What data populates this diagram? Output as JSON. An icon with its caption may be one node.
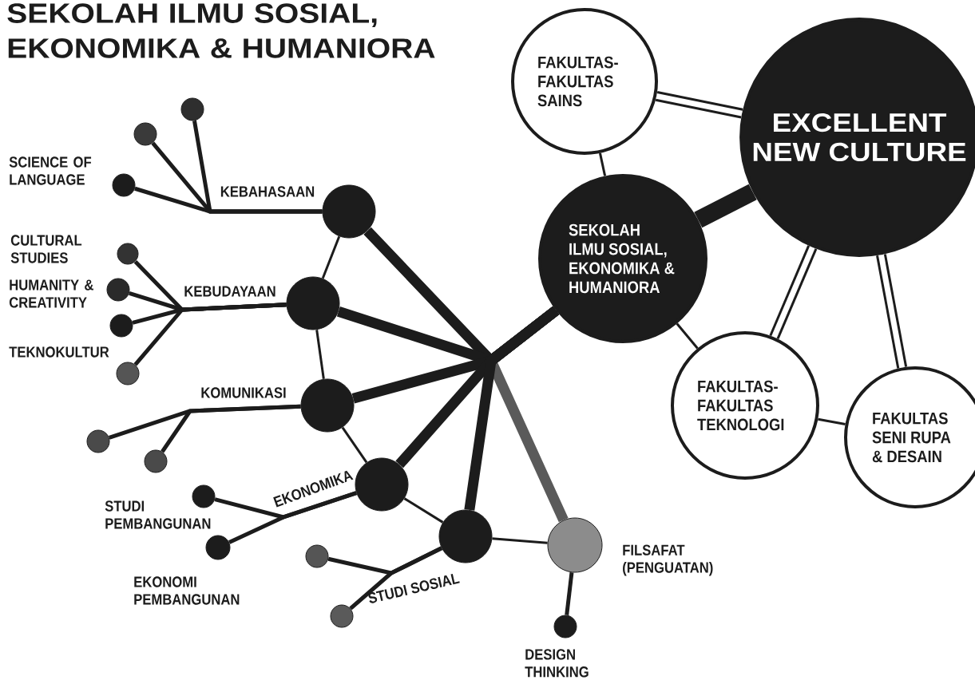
{
  "diagram": {
    "title": "SEKOLAH ILMU SOSIAL, EKONOMIKA & HUMANIORA",
    "nodes": [
      {
        "text": [
          "FAKULTAS-FAKULTAS SAINS"
        ]
      },
      {
        "text": [
          "EXCELLENT NEW CULTURE"
        ]
      },
      {
        "text": [
          "SEKOLAH ILMU SOSIAL, EKONOMIKA & HUMANIORA"
        ]
      },
      {
        "text": [
          "FAKULTAS-FAKULTAS TEKNOLOGI"
        ]
      },
      {
        "text": [
          "FAKULTAS SENI RUPA & DESAIN"
        ]
      },
      {
        "text": [],
        "shape": "circle",
        "beside": [
          "KEBAHASAAN"
        ]
      },
      {
        "text": [],
        "shape": "circle",
        "beside": [
          "KEBUDAYAAN"
        ]
      },
      {
        "text": [],
        "shape": "circle",
        "beside": [
          "KOMUNIKASI"
        ]
      },
      {
        "text": [],
        "shape": "circle",
        "beside": [
          "EKONOMIKA"
        ]
      },
      {
        "text": [],
        "shape": "circle",
        "beside": [
          "STUDI SOSIAL"
        ]
      },
      {
        "text": [],
        "shape": "circle",
        "beside": [
          "FILSAFAT (PENGUATAN)"
        ]
      },
      {
        "text": [],
        "shape": "circle"
      },
      {
        "text": [],
        "shape": "circle"
      },
      {
        "text": [],
        "shape": "circle",
        "beside": [
          "SCIENCE OF LANGUAGE"
        ]
      },
      {
        "text": [],
        "shape": "circle",
        "beside": [
          "CULTURAL STUDIES"
        ]
      },
      {
        "text": [],
        "shape": "circle",
        "beside": [
          "HUMANITY & CREATIVITY"
        ]
      },
      {
        "text": [],
        "shape": "circle"
      },
      {
        "text": [],
        "shape": "circle"
      },
      {
        "text": [],
        "shape": "circle"
      },
      {
        "text": [],
        "shape": "circle"
      },
      {
        "text": [],
        "shape": "circle",
        "beside": [
          "STUDI PEMBANGUNAN"
        ]
      },
      {
        "text": [],
        "shape": "circle",
        "beside": [
          "EKONOMI PEMBANGUNAN"
        ]
      },
      {
        "text": [],
        "shape": "circle"
      },
      {
        "text": [],
        "shape": "circle"
      },
      {
        "text": [],
        "shape": "circle",
        "beside": [
          "DESIGN THINKING"
        ]
      }
    ],
    "edges": [
      {
        "from": 0,
        "to": 1,
        "arrow": "none",
        "style": "thick"
      },
      {
        "from": 0,
        "to": 2,
        "arrow": "none"
      },
      {
        "from": 2,
        "to": 1,
        "arrow": "none",
        "style": "thick"
      },
      {
        "from": 1,
        "to": 3,
        "arrow": "none",
        "style": "thick"
      },
      {
        "from": 1,
        "to": 4,
        "arrow": "none",
        "style": "thick"
      },
      {
        "from": 2,
        "to": 3,
        "arrow": "none"
      },
      {
        "from": 3,
        "to": 4,
        "arrow": "none"
      },
      {
        "from": 2,
        "to": 5,
        "arrow": "none",
        "style": "thick"
      },
      {
        "from": 2,
        "to": 6,
        "arrow": "none",
        "style": "thick"
      },
      {
        "from": 2,
        "to": 7,
        "arrow": "none",
        "style": "thick"
      },
      {
        "from": 2,
        "to": 8,
        "arrow": "none",
        "style": "thick"
      },
      {
        "from": 2,
        "to": 9,
        "arrow": "none",
        "style": "thick"
      },
      {
        "from": 2,
        "to": 10,
        "arrow": "none",
        "style": "thick",
        "color": "#5a5a5a"
      },
      {
        "from": 5,
        "to": 6,
        "arrow": "none"
      },
      {
        "from": 6,
        "to": 7,
        "arrow": "none"
      },
      {
        "from": 7,
        "to": 8,
        "arrow": "none"
      },
      {
        "from": 8,
        "to": 9,
        "arrow": "none"
      },
      {
        "from": 9,
        "to": 10,
        "arrow": "none"
      },
      {
        "from": 5,
        "to": 11,
        "arrow": "none"
      },
      {
        "from": 5,
        "to": 12,
        "arrow": "none"
      },
      {
        "from": 5,
        "to": 13,
        "arrow": "none"
      },
      {
        "from": 6,
        "to": 14,
        "arrow": "none"
      },
      {
        "from": 6,
        "to": 15,
        "arrow": "none"
      },
      {
        "from": 6,
        "to": 16,
        "arrow": "none"
      },
      {
        "from": 6,
        "to": 17,
        "arrow": "none"
      },
      {
        "from": 7,
        "to": 18,
        "arrow": "none"
      },
      {
        "from": 7,
        "to": 19,
        "arrow": "none"
      },
      {
        "from": 8,
        "to": 20,
        "arrow": "none"
      },
      {
        "from": 8,
        "to": 21,
        "arrow": "none"
      },
      {
        "from": 9,
        "to": 22,
        "arrow": "none"
      },
      {
        "from": 9,
        "to": 23,
        "arrow": "none"
      },
      {
        "from": 10,
        "to": 24,
        "arrow": "none"
      }
    ],
    "labels": [
      "TEKNOKULTUR"
    ]
  }
}
